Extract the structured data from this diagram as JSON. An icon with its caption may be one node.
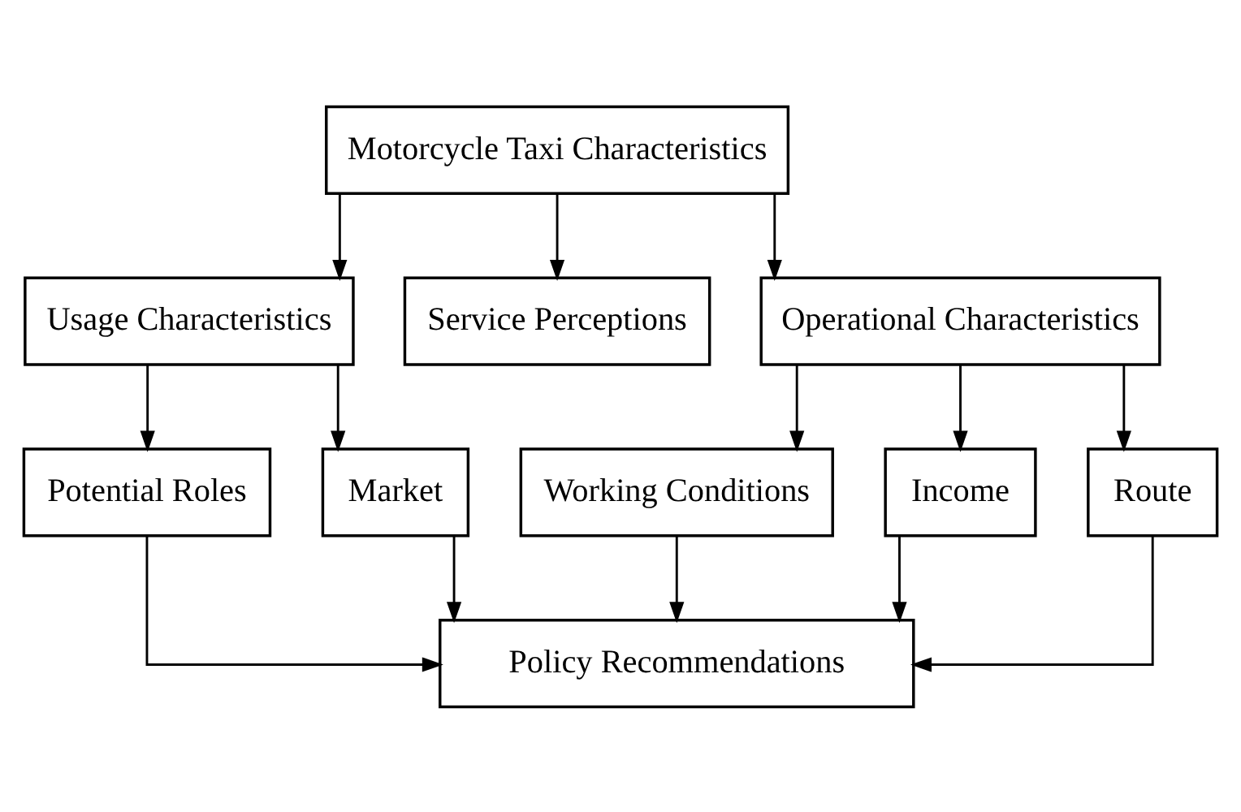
{
  "diagram": {
    "nodes": [
      {
        "text": [
          "Motorcycle Taxi Characteristics"
        ]
      },
      {
        "text": [
          "Usage Characteristics"
        ]
      },
      {
        "text": [
          "Service Perceptions"
        ]
      },
      {
        "text": [
          "Operational Characteristics"
        ]
      },
      {
        "text": [
          "Potential Roles"
        ]
      },
      {
        "text": [
          "Market"
        ]
      },
      {
        "text": [
          "Working Conditions"
        ]
      },
      {
        "text": [
          "Income"
        ]
      },
      {
        "text": [
          "Route"
        ]
      },
      {
        "text": [
          "Policy Recommendations"
        ]
      }
    ],
    "edges": [
      {
        "from": 0,
        "to": 1,
        "arrow": "to"
      },
      {
        "from": 0,
        "to": 2,
        "arrow": "to"
      },
      {
        "from": 0,
        "to": 3,
        "arrow": "to"
      },
      {
        "from": 1,
        "to": 4,
        "arrow": "to"
      },
      {
        "from": 1,
        "to": 5,
        "arrow": "to"
      },
      {
        "from": 3,
        "to": 6,
        "arrow": "to"
      },
      {
        "from": 3,
        "to": 7,
        "arrow": "to"
      },
      {
        "from": 3,
        "to": 8,
        "arrow": "to"
      },
      {
        "from": 4,
        "to": 9,
        "arrow": "to"
      },
      {
        "from": 5,
        "to": 9,
        "arrow": "to"
      },
      {
        "from": 6,
        "to": 9,
        "arrow": "to"
      },
      {
        "from": 7,
        "to": 9,
        "arrow": "to"
      },
      {
        "from": 8,
        "to": 9,
        "arrow": "to"
      }
    ]
  }
}
